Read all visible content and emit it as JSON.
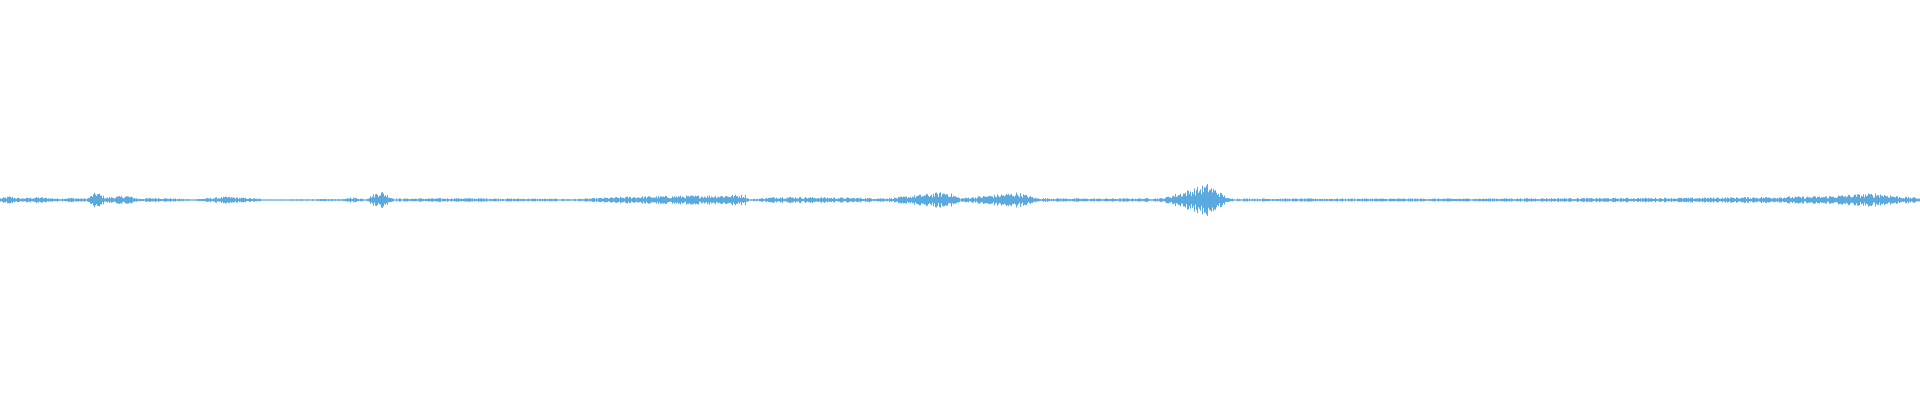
{
  "waveform": {
    "color": "#5aaae0",
    "baseline_color": "#5aaae0",
    "style": "symmetric audio waveform",
    "envelope": [
      {
        "t": 0.0,
        "a": 0.05
      },
      {
        "t": 0.005,
        "a": 0.1
      },
      {
        "t": 0.01,
        "a": 0.05
      },
      {
        "t": 0.02,
        "a": 0.08
      },
      {
        "t": 0.03,
        "a": 0.04
      },
      {
        "t": 0.036,
        "a": 0.06
      },
      {
        "t": 0.045,
        "a": 0.04
      },
      {
        "t": 0.05,
        "a": 0.22
      },
      {
        "t": 0.055,
        "a": 0.07
      },
      {
        "t": 0.066,
        "a": 0.12
      },
      {
        "t": 0.072,
        "a": 0.04
      },
      {
        "t": 0.082,
        "a": 0.06
      },
      {
        "t": 0.1,
        "a": 0.02
      },
      {
        "t": 0.118,
        "a": 0.09
      },
      {
        "t": 0.14,
        "a": 0.02
      },
      {
        "t": 0.18,
        "a": 0.03
      },
      {
        "t": 0.182,
        "a": 0.08
      },
      {
        "t": 0.19,
        "a": 0.03
      },
      {
        "t": 0.198,
        "a": 0.25
      },
      {
        "t": 0.205,
        "a": 0.04
      },
      {
        "t": 0.24,
        "a": 0.05
      },
      {
        "t": 0.3,
        "a": 0.03
      },
      {
        "t": 0.327,
        "a": 0.09
      },
      {
        "t": 0.39,
        "a": 0.02
      },
      {
        "t": 0.388,
        "a": 0.14
      },
      {
        "t": 0.405,
        "a": 0.09
      },
      {
        "t": 0.445,
        "a": 0.06
      },
      {
        "t": 0.463,
        "a": 0.05
      },
      {
        "t": 0.493,
        "a": 0.22
      },
      {
        "t": 0.5,
        "a": 0.05
      },
      {
        "t": 0.53,
        "a": 0.2
      },
      {
        "t": 0.54,
        "a": 0.05
      },
      {
        "t": 0.57,
        "a": 0.04
      },
      {
        "t": 0.605,
        "a": 0.05
      },
      {
        "t": 0.629,
        "a": 0.42
      },
      {
        "t": 0.64,
        "a": 0.04
      },
      {
        "t": 0.7,
        "a": 0.04
      },
      {
        "t": 0.76,
        "a": 0.04
      },
      {
        "t": 0.81,
        "a": 0.05
      },
      {
        "t": 0.88,
        "a": 0.06
      },
      {
        "t": 0.95,
        "a": 0.1
      },
      {
        "t": 0.978,
        "a": 0.18
      },
      {
        "t": 0.99,
        "a": 0.09
      },
      {
        "t": 1.0,
        "a": 0.06
      }
    ]
  }
}
